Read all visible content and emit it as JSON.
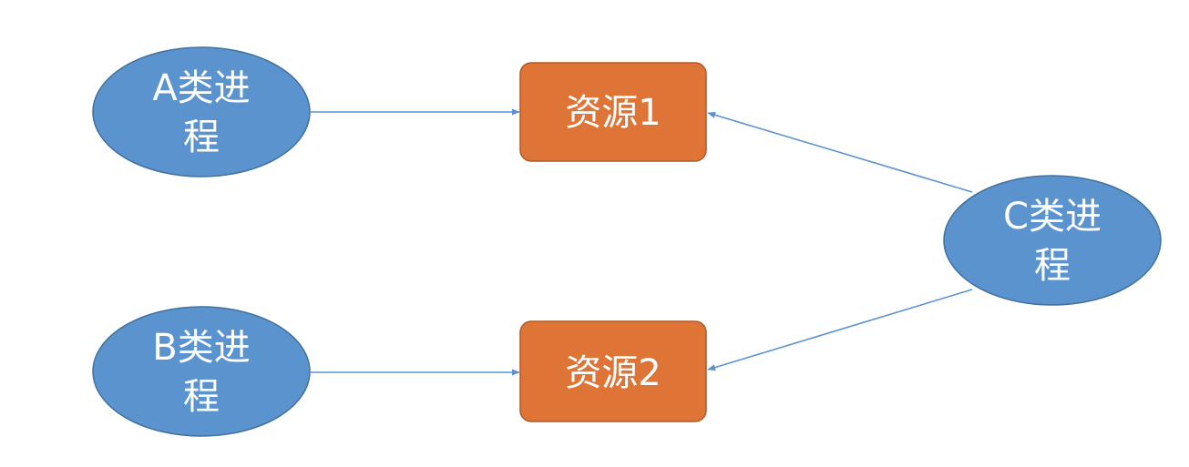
{
  "colors": {
    "process_fill": "#5b93cf",
    "process_stroke": "#41719c",
    "resource_fill": "#de7537",
    "resource_stroke": "#ae5a29",
    "edge": "#5b93cf",
    "text": "#ffffff"
  },
  "nodes": {
    "process_a": {
      "line1": "A类进",
      "line2": "程"
    },
    "process_b": {
      "line1": "B类进",
      "line2": "程"
    },
    "process_c": {
      "line1": "C类进",
      "line2": "程"
    },
    "resource_1": {
      "label": "资源1"
    },
    "resource_2": {
      "label": "资源2"
    }
  },
  "edges": [
    {
      "from": "process_a",
      "to": "resource_1"
    },
    {
      "from": "process_b",
      "to": "resource_2"
    },
    {
      "from": "process_c",
      "to": "resource_1"
    },
    {
      "from": "process_c",
      "to": "resource_2"
    }
  ]
}
